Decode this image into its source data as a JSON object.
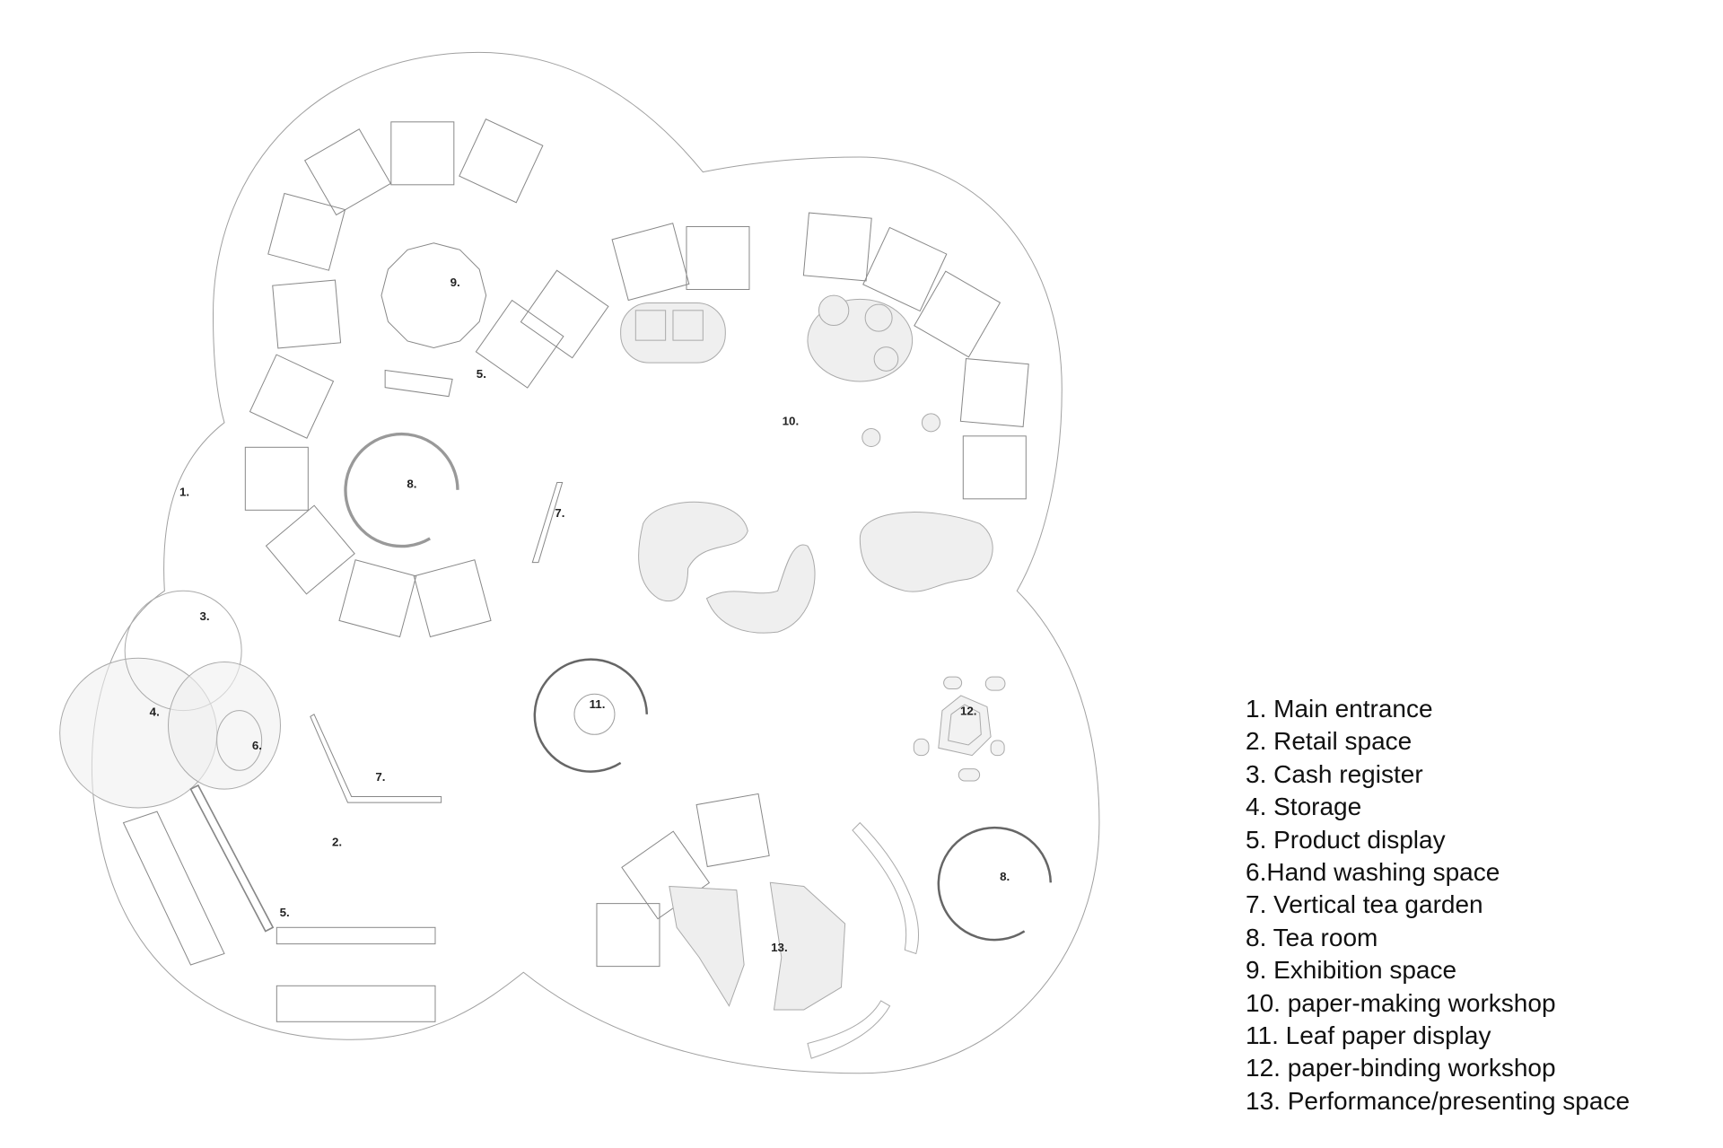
{
  "plan_labels": {
    "l1": "1.",
    "l2": "2.",
    "l3": "3.",
    "l4": "4.",
    "l5a": "5.",
    "l5b": "5.",
    "l6": "6.",
    "l7a": "7.",
    "l7b": "7.",
    "l8a": "8.",
    "l8b": "8.",
    "l9": "9.",
    "l10": "10.",
    "l11": "11.",
    "l12": "12.",
    "l13": "13."
  },
  "legend": [
    "1. Main entrance",
    "2. Retail space",
    "3. Cash register",
    "4. Storage",
    "5. Product display",
    "6.Hand washing space",
    "7. Vertical tea garden",
    "8. Tea room",
    "9. Exhibition space",
    "10. paper-making workshop",
    "11. Leaf paper display",
    "12. paper-binding workshop",
    "13. Performance/presenting space"
  ],
  "colors": {
    "line": "#9a9a9a",
    "fill": "#ececec",
    "text": "#111111"
  }
}
